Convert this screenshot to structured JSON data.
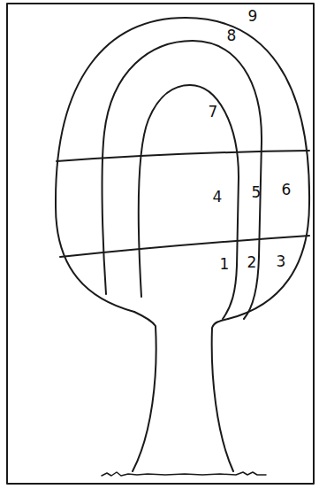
{
  "diagram": {
    "labels": [
      "9",
      "8",
      "7",
      "4",
      "5",
      "6",
      "1",
      "2",
      "3"
    ]
  }
}
